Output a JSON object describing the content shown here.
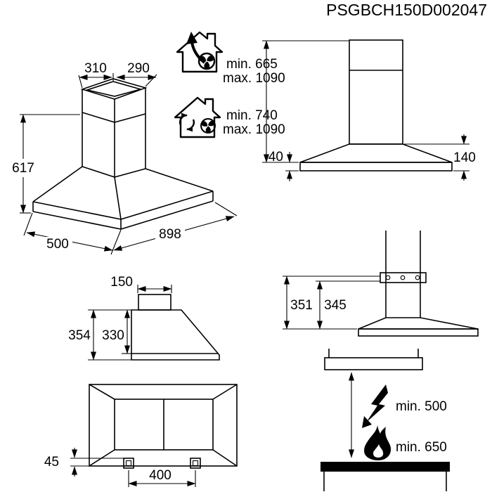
{
  "title": "PSGBCH150D002047",
  "installation": {
    "exhaust_min": "min. 665",
    "exhaust_max": "max. 1090",
    "recirc_min": "min. 740",
    "recirc_max": "max. 1090"
  },
  "iso_view": {
    "chimney_width": "310",
    "chimney_depth": "290",
    "height": "617",
    "width": "898",
    "depth": "500"
  },
  "front_view": {
    "rim_height": "40",
    "canopy_height": "140"
  },
  "side_view": {
    "duct_width": "150",
    "dim_a": "354",
    "dim_b": "330"
  },
  "mount_view": {
    "dim_a": "351",
    "dim_b": "345"
  },
  "plan_view": {
    "edge_offset": "45",
    "bracket_spacing": "400"
  },
  "clearance": {
    "electric_min": "min. 500",
    "gas_min": "min. 650"
  }
}
